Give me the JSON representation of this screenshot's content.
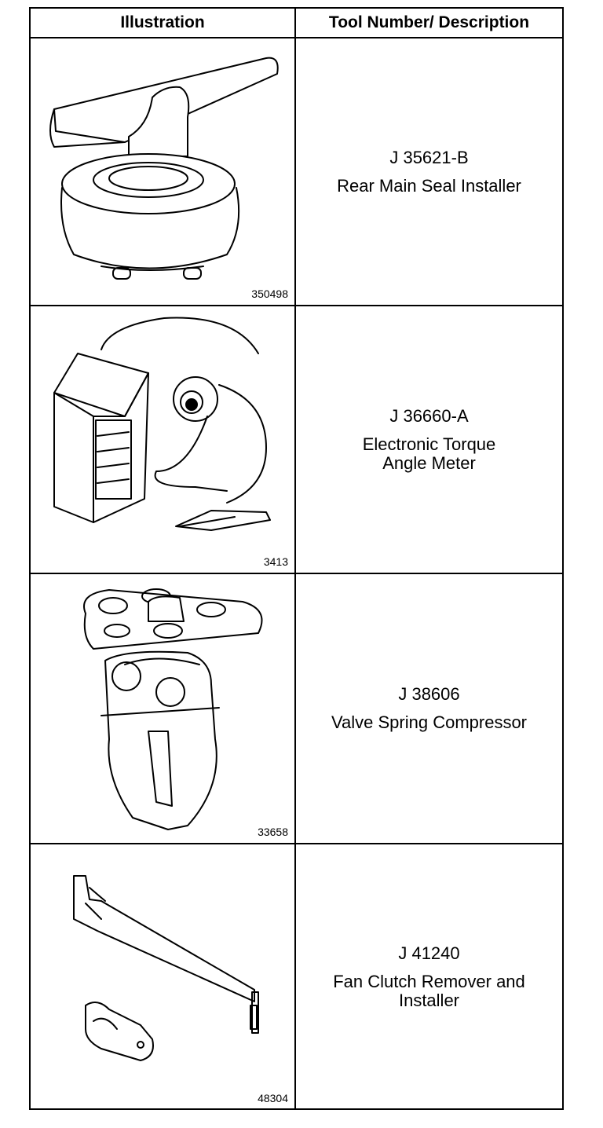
{
  "header": {
    "illustration": "Illustration",
    "tool": "Tool Number/ Description"
  },
  "rows": [
    {
      "tool_number": "J 35621-B",
      "desc_line1": "Rear Main Seal Installer",
      "desc_line2": "",
      "figure": "350498",
      "icon": "seal-installer-icon"
    },
    {
      "tool_number": "J 36660-A",
      "desc_line1": "Electronic Torque",
      "desc_line2": "Angle Meter",
      "figure": "3413",
      "icon": "torque-angle-meter-icon"
    },
    {
      "tool_number": "J 38606",
      "desc_line1": "Valve Spring Compressor",
      "desc_line2": "",
      "figure": "33658",
      "icon": "valve-spring-compressor-icon"
    },
    {
      "tool_number": "J 41240",
      "desc_line1": "Fan Clutch Remover and",
      "desc_line2": "Installer",
      "figure": "48304",
      "icon": "fan-clutch-wrench-icon"
    }
  ]
}
